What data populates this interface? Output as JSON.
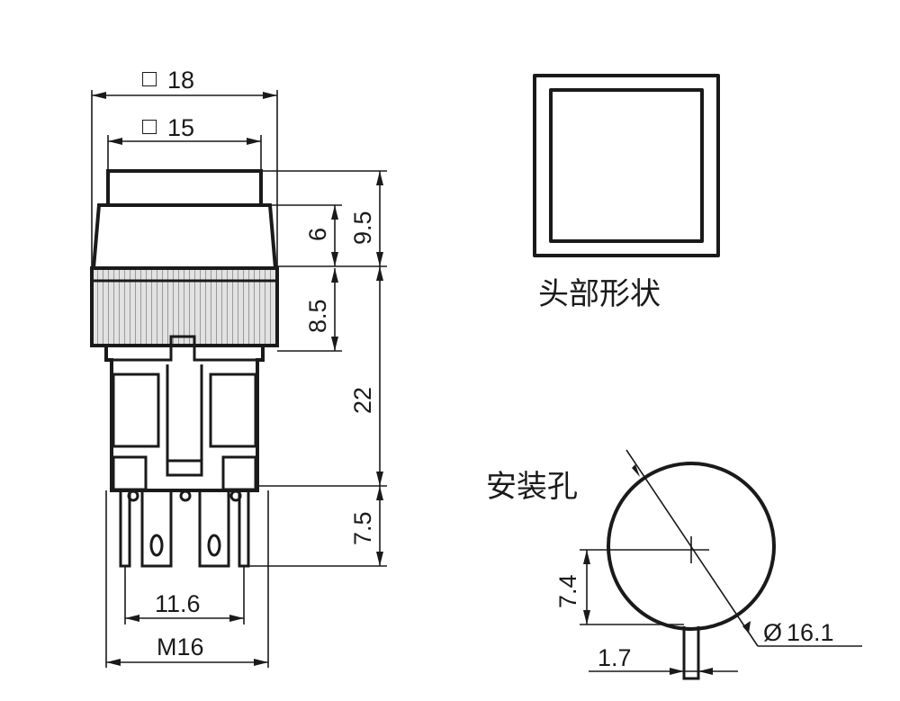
{
  "dimensions": {
    "outer_width": "18",
    "cap_width": "15",
    "cap_height_total": "9.5",
    "cap_upper": "6",
    "ring": "8.5",
    "body": "22",
    "terminal": "7.5",
    "pin_span": "11.6",
    "thread": "M16",
    "offset_vertical": "7.4",
    "key_width": "1.7",
    "hole_diameter": "16.1"
  },
  "symbols": {
    "square": "□",
    "diameter": "Ø"
  },
  "labels": {
    "head_shape": "头部形状",
    "mounting_hole": "安装孔"
  }
}
